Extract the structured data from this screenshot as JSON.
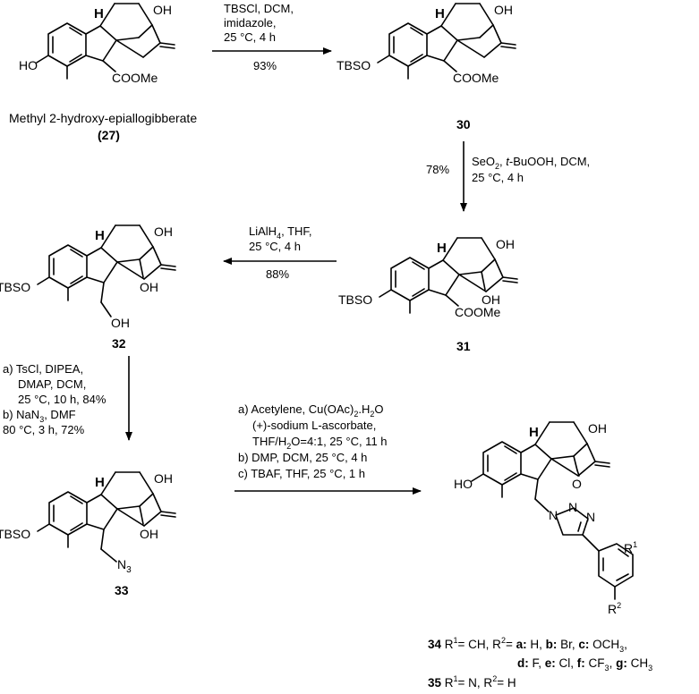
{
  "compounds": {
    "c27": {
      "name": "Methyl 2-hydroxy-epiallogibberate",
      "label_open": "(",
      "label": "27",
      "label_close": ")",
      "groups": {
        "h": "H",
        "oh": "OH",
        "ho": "HO",
        "ester": "COOMe"
      }
    },
    "c30": {
      "label": "30",
      "groups": {
        "h": "H",
        "oh": "OH",
        "tbso": "TBSO",
        "ester": "COOMe"
      }
    },
    "c31": {
      "label": "31",
      "groups": {
        "h": "H",
        "oh": "OH",
        "oh2": "OH",
        "tbso": "TBSO",
        "ester": "COOMe"
      }
    },
    "c32": {
      "label": "32",
      "groups": {
        "h": "H",
        "oh": "OH",
        "oh2": "OH",
        "tbso": "TBSO",
        "ch2oh": "OH"
      }
    },
    "c33": {
      "label": "33",
      "groups": {
        "h": "H",
        "oh": "OH",
        "oh2": "OH",
        "tbso": "TBSO",
        "azide_n": "N",
        "azide_sub": "3"
      }
    },
    "c34": {
      "groups": {
        "h": "H",
        "oh": "OH",
        "ho": "HO",
        "o": "O",
        "n1": "N",
        "n2": "N",
        "n3": "N",
        "r1": "R",
        "r1_sup": "1",
        "r2": "R",
        "r2_sup": "2"
      }
    }
  },
  "steps": {
    "s1": {
      "line1": "TBSCl, DCM,",
      "line2": "imidazole,",
      "line3": "25 °C, 4 h",
      "yield": "93%"
    },
    "s2": {
      "yield": "78%",
      "line1": "SeO",
      "line1_sub": "2",
      "line1_b": ", ",
      "line1_italic": "t",
      "line1_c": "-BuOOH, DCM,",
      "line2": "25 °C, 4 h"
    },
    "s3": {
      "line1": "LiAlH",
      "line1_sub": "4",
      "line1_b": ", THF,",
      "line2": "25 °C, 4 h",
      "yield": "88%"
    },
    "s4": {
      "a1": "a) TsCl, DIPEA,",
      "a2": "DMAP, DCM,",
      "a3": "25 °C, 10 h, 84%",
      "b1": "b) NaN",
      "b1_sub": "3",
      "b1_b": ", DMF",
      "b2": "80 °C, 3 h, 72%"
    },
    "s5": {
      "a1": "a) Acetylene, Cu(OAc)",
      "a1_sub": "2",
      "a1_b": ".H",
      "a1_sub2": "2",
      "a1_c": "O",
      "a2": "(+)-sodium L-ascorbate,",
      "a3": "THF/H",
      "a3_sub": "2",
      "a3_b": "O=4:1, 25 °C, 11 h",
      "b": "b) DMP, DCM, 25 °C, 4 h",
      "c": "c) TBAF, THF, 25 °C, 1 h"
    }
  },
  "legend": {
    "l34": {
      "num": "34",
      "r1": " R",
      "r1_sup": "1",
      "r1_eq": "= CH, R",
      "r2_sup": "2",
      "r2_eq": "= ",
      "a": "a:",
      "a_v": " H, ",
      "b": "b:",
      "b_v": " Br, ",
      "c": "c:",
      "c_v": " OCH",
      "c_sub": "3",
      "c_end": ","
    },
    "l34b": {
      "d": "d:",
      "d_v": " F, ",
      "e": "e:",
      "e_v": " Cl, ",
      "f": "f:",
      "f_v": " CF",
      "f_sub": "3",
      "f_c": ", ",
      "g": "g:",
      "g_v": " CH",
      "g_sub": "3"
    },
    "l35": {
      "num": "35",
      "r1": " R",
      "r1_sup": "1",
      "r1_eq": "= N, R",
      "r2_sup": "2",
      "r2_eq": "= H"
    }
  }
}
